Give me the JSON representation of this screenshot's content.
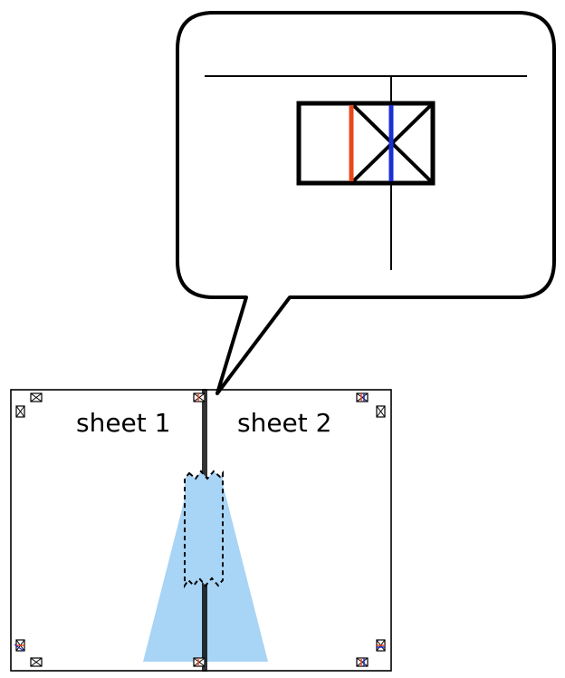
{
  "sheets": [
    {
      "label": "sheet 1"
    },
    {
      "label": "sheet 2"
    }
  ],
  "colors": {
    "outline": "#000000",
    "tape": "#a8d4f5",
    "cut_mark_red": "#e8481c",
    "cut_mark_blue": "#1a2fd6",
    "background": "#ffffff"
  },
  "icons": {
    "registration_mark": "cross-box-icon",
    "callout": "speech-bubble"
  }
}
